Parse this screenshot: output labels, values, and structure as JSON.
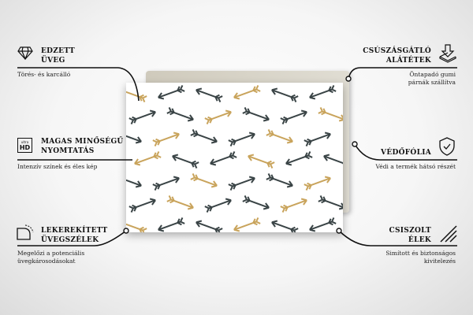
{
  "features": {
    "tempered_glass": {
      "title_line1": "EDZETT",
      "title_line2": "ÜVEG",
      "desc": "Törés- és karcálló",
      "icon": "diamond-icon"
    },
    "hd_print": {
      "title_line1": "MAGAS MINŐSÉGŰ",
      "title_line2": "NYOMTATÁS",
      "desc": "Intenzív színek és éles kép",
      "icon": "ultra-hd-icon",
      "icon_text_small": "ultra",
      "icon_text_big": "HD"
    },
    "rounded_edges": {
      "title_line1": "LEKEREKÍTETT",
      "title_line2": "ÜVEGSZÉLEK",
      "desc_line1": "Megelőzi a potenciális",
      "desc_line2": "üvegkárosodásokat",
      "icon": "rounded-corner-icon"
    },
    "anti_slip_pads": {
      "title_line1": "CSÚSZÁSGÁTLÓ",
      "title_line2": "ALÁTÉTEK",
      "desc_line1": "Öntapadó gumi",
      "desc_line2": "párnák szállítva",
      "icon": "pad-download-icon"
    },
    "protective_film": {
      "title": "VÉDŐFÓLIA",
      "desc": "Védi a termék hátsó részét",
      "icon": "shield-check-icon"
    },
    "polished_edges": {
      "title_line1": "CSISZOLT",
      "title_line2": "ÉLEK",
      "desc_line1": "Simított és biztonságos",
      "desc_line2": "kivitelezés",
      "icon": "diagonal-lines-icon"
    }
  },
  "colors": {
    "gold": "#c9a45c",
    "dark": "#3a4446",
    "board": "#d8d4c8"
  }
}
